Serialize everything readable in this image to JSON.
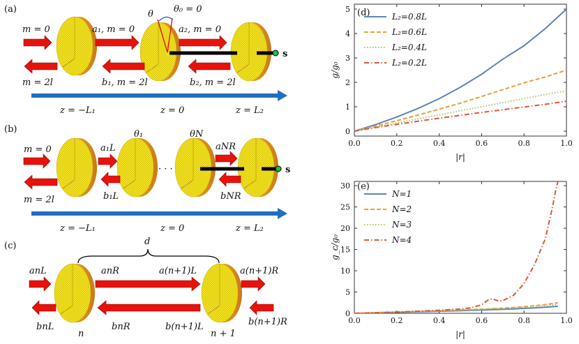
{
  "colors": {
    "arrow_red": "#e8120c",
    "arrow_blue": "#1f6fbf",
    "disk_yellow": "#f2e21a",
    "disk_orange": "#e39a1c",
    "series_blue": "#5b84b7",
    "series_orange": "#e6a03a",
    "series_green": "#a9c26a",
    "series_red": "#d85a36"
  },
  "panel_a": {
    "label": "(a)",
    "in_label": "m = 0",
    "out_label": "m = 2l",
    "a1": "a₁, m = 0",
    "b1": "b₁, m = 2l",
    "a2": "a₂, m = 0",
    "b2": "b₂, m = 2l",
    "theta": "θ",
    "theta0": "θ₀ = 0",
    "s": "s",
    "z_left": "z = −L₁",
    "z_mid": "z = 0",
    "z_right": "z = L₂"
  },
  "panel_b": {
    "label": "(b)",
    "in_label": "m = 0",
    "out_label": "m = 2l",
    "a1L": "a₁L",
    "b1L": "b₁L",
    "theta1": "θ₁",
    "thetaN": "θN",
    "dots": "· · ·",
    "aNR": "aNR",
    "bNR": "bNR",
    "s": "s",
    "z_left": "z = −L₁",
    "z_mid": "z = 0",
    "z_right": "z = L₂"
  },
  "panel_c": {
    "label": "(c)",
    "d": "d",
    "anL": "anL",
    "bnL": "bnL",
    "anR": "anR",
    "bnR": "bnR",
    "an1L": "a(n+1)L",
    "bn1L": "b(n+1)L",
    "an1R": "a(n+1)R",
    "bn1R": "b(n+1)R",
    "n": "n",
    "n1": "n + 1"
  },
  "chart_data": [
    {
      "panel": "(d)",
      "type": "line",
      "xlabel": "|r|",
      "ylabel": "g/g₀",
      "xlim": [
        0,
        1
      ],
      "ylim": [
        -0.2,
        5.2
      ],
      "xticks": [
        "0.0",
        "0.2",
        "0.4",
        "0.6",
        "0.8",
        "1.0"
      ],
      "yticks": [
        "0",
        "1",
        "2",
        "3",
        "4",
        "5"
      ],
      "legend_position": "top-left",
      "x": [
        0,
        0.1,
        0.2,
        0.3,
        0.4,
        0.5,
        0.6,
        0.7,
        0.8,
        0.9,
        1.0
      ],
      "series": [
        {
          "name": "L₂=0.8L",
          "style": "solid",
          "color": "#5b84b7",
          "values": [
            0,
            0.27,
            0.58,
            0.93,
            1.33,
            1.8,
            2.33,
            2.95,
            3.5,
            4.2,
            5.0
          ]
        },
        {
          "name": "L₂=0.6L",
          "style": "dashed",
          "color": "#e6a03a",
          "values": [
            0,
            0.21,
            0.43,
            0.66,
            0.9,
            1.15,
            1.42,
            1.7,
            1.98,
            2.22,
            2.5
          ]
        },
        {
          "name": "L₂=0.4L",
          "style": "dotted",
          "color": "#a9c26a",
          "values": [
            0,
            0.17,
            0.34,
            0.5,
            0.67,
            0.84,
            1.0,
            1.17,
            1.33,
            1.5,
            1.65
          ]
        },
        {
          "name": "L₂=0.2L",
          "style": "dashdot",
          "color": "#d85a36",
          "values": [
            0,
            0.15,
            0.28,
            0.41,
            0.53,
            0.65,
            0.77,
            0.88,
            0.99,
            1.1,
            1.23
          ]
        }
      ]
    },
    {
      "panel": "(e)",
      "type": "line",
      "xlabel": "|r|",
      "ylabel": "g_c/g₀",
      "xlim": [
        0,
        1
      ],
      "ylim": [
        0,
        31
      ],
      "xticks": [
        "0.0",
        "0.2",
        "0.4",
        "0.6",
        "0.8",
        "1.0"
      ],
      "yticks": [
        "0",
        "5",
        "10",
        "15",
        "20",
        "25",
        "30"
      ],
      "legend_position": "top-left",
      "x": [
        0,
        0.1,
        0.2,
        0.3,
        0.4,
        0.5,
        0.55,
        0.6,
        0.63,
        0.65,
        0.68,
        0.7,
        0.75,
        0.8,
        0.85,
        0.9,
        0.93,
        0.95,
        0.96
      ],
      "series": [
        {
          "name": "N=1",
          "style": "solid",
          "color": "#5b84b7",
          "values": [
            0,
            0.12,
            0.24,
            0.36,
            0.48,
            0.62,
            0.7,
            0.78,
            0.82,
            0.86,
            0.9,
            0.94,
            1.04,
            1.16,
            1.28,
            1.44,
            1.55,
            1.62,
            1.66
          ]
        },
        {
          "name": "N=2",
          "style": "dashed",
          "color": "#e6a03a",
          "values": [
            0,
            0.15,
            0.3,
            0.45,
            0.6,
            0.78,
            0.88,
            0.98,
            1.04,
            1.1,
            1.16,
            1.22,
            1.38,
            1.56,
            1.78,
            2.05,
            2.25,
            2.4,
            2.5
          ]
        },
        {
          "name": "N=3",
          "style": "dotted",
          "color": "#a9c26a",
          "values": [
            0,
            0.14,
            0.28,
            0.42,
            0.58,
            0.76,
            0.86,
            0.98,
            1.05,
            1.1,
            1.15,
            1.18,
            1.3,
            1.45,
            1.62,
            1.82,
            1.96,
            2.06,
            2.12
          ]
        },
        {
          "name": "N=4",
          "style": "dashdot",
          "color": "#d85a36",
          "values": [
            0,
            0.15,
            0.3,
            0.5,
            0.72,
            1.0,
            1.3,
            2.0,
            3.1,
            3.4,
            2.9,
            3.0,
            4.2,
            7.0,
            11.5,
            17.5,
            24.0,
            29.0,
            31.0
          ]
        }
      ]
    }
  ]
}
